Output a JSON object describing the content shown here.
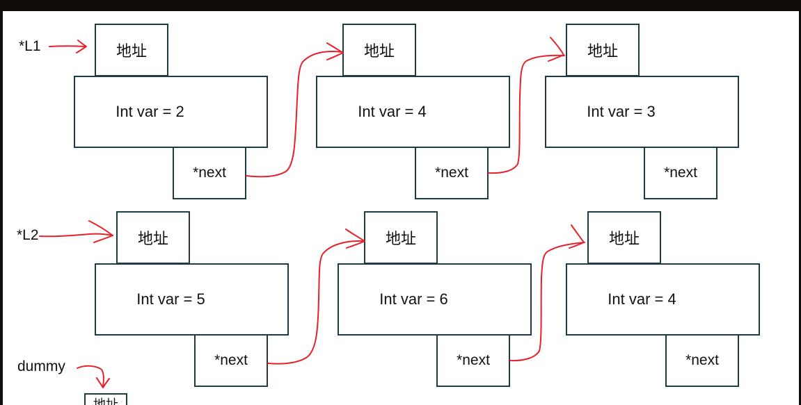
{
  "pointers": {
    "l1": "*L1",
    "l2": "*L2",
    "dummy": "dummy"
  },
  "list1": [
    {
      "address_label": "地址",
      "value_label": "Int var = 2",
      "next_label": "*next"
    },
    {
      "address_label": "地址",
      "value_label": "Int var = 4",
      "next_label": "*next"
    },
    {
      "address_label": "地址",
      "value_label": "Int var = 3",
      "next_label": "*next"
    }
  ],
  "list2": [
    {
      "address_label": "地址",
      "value_label": "Int var = 5",
      "next_label": "*next"
    },
    {
      "address_label": "地址",
      "value_label": "Int var = 6",
      "next_label": "*next"
    },
    {
      "address_label": "地址",
      "value_label": "Int var = 4",
      "next_label": "*next"
    }
  ],
  "dummy_node": {
    "address_label": "地址"
  },
  "colors": {
    "arrow": "#e8202a",
    "box_border": "#1d3b45",
    "frame": "#120d0b"
  }
}
